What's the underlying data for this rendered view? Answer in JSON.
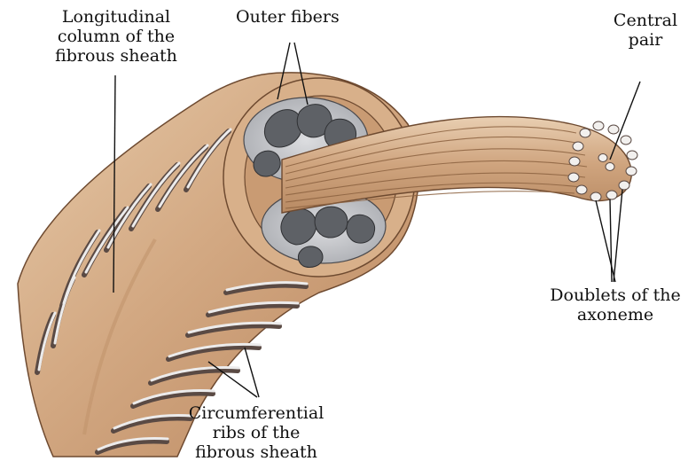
{
  "labels": {
    "longitudinal": [
      "Longitudinal",
      "column of the",
      "fibrous sheath"
    ],
    "outer_fibers": "Outer fibers",
    "central_pair": [
      "Central",
      "pair"
    ],
    "doublets": [
      "Doublets of the",
      "axoneme"
    ],
    "circumferential": [
      "Circumferential",
      "ribs of the",
      "fibrous sheath"
    ]
  },
  "colors": {
    "sheath_light": "#e3c4a2",
    "sheath_mid": "#c89a72",
    "sheath_dark": "#9a6c48",
    "rib_groove": "#5a4a44",
    "rib_light": "#e8e6e6",
    "outer_fiber": "#5e6166",
    "axoneme_strand": "#caa07a",
    "text": "#111111"
  }
}
